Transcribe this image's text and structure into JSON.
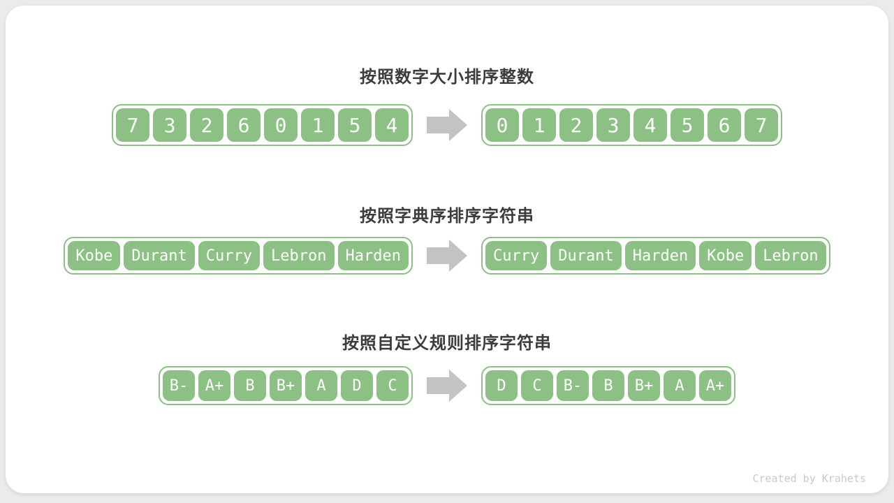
{
  "colors": {
    "background": "#ebebeb",
    "card": "#ffffff",
    "green": "#8cc084",
    "cell_text": "#ffffff",
    "arrow": "#c3c3c3",
    "title": "#3c3c3c",
    "footer": "#c9c9c9"
  },
  "icons": {
    "arrow": "right-block-arrow"
  },
  "sections": [
    {
      "title": "按照数字大小排序整数",
      "before": [
        "7",
        "3",
        "2",
        "6",
        "0",
        "1",
        "5",
        "4"
      ],
      "after": [
        "0",
        "1",
        "2",
        "3",
        "4",
        "5",
        "6",
        "7"
      ]
    },
    {
      "title": "按照字典序排序字符串",
      "before": [
        "Kobe",
        "Durant",
        "Curry",
        "Lebron",
        "Harden"
      ],
      "after": [
        "Curry",
        "Durant",
        "Harden",
        "Kobe",
        "Lebron"
      ]
    },
    {
      "title": "按照自定义规则排序字符串",
      "before": [
        "B-",
        "A+",
        "B",
        "B+",
        "A",
        "D",
        "C"
      ],
      "after": [
        "D",
        "C",
        "B-",
        "B",
        "B+",
        "A",
        "A+"
      ]
    }
  ],
  "footer": {
    "credit": "Created by Krahets"
  }
}
